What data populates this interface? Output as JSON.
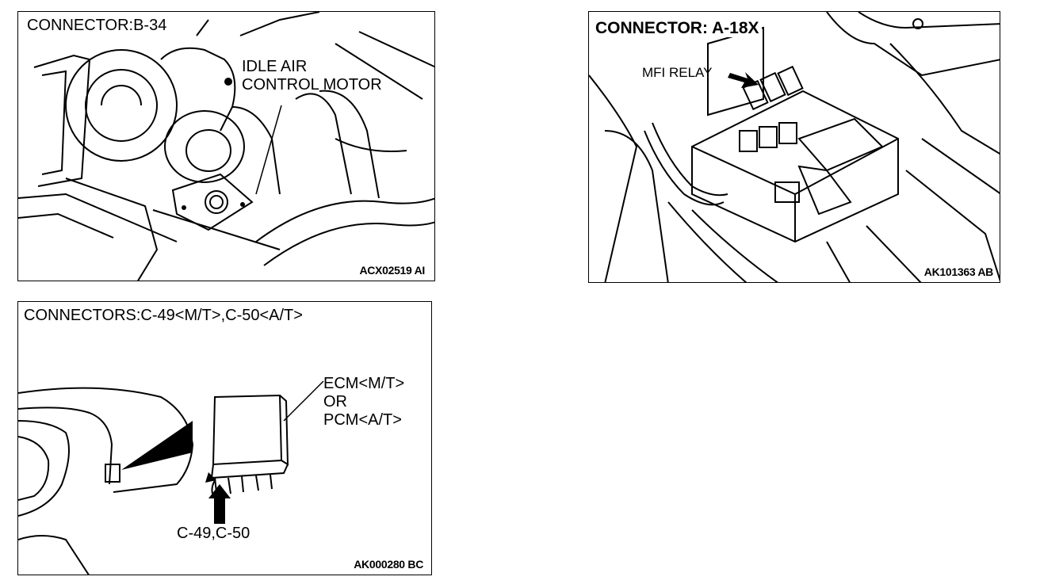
{
  "panels": {
    "b34": {
      "title": "CONNECTOR:B-34",
      "callout_line1": "IDLE AIR",
      "callout_line2": "CONTROL MOTOR",
      "code": "ACX02519 AI"
    },
    "a18x": {
      "title": "CONNECTOR: A-18X",
      "callout": "MFI RELAY",
      "code": "AK101363 AB"
    },
    "c49": {
      "title": "CONNECTORS:C-49<M/T>,C-50<A/T>",
      "callout_line1": "ECM<M/T>",
      "callout_line2": "OR",
      "callout_line3": "PCM<A/T>",
      "arrow_label": "C-49,C-50",
      "code": "AK000280 BC"
    }
  }
}
